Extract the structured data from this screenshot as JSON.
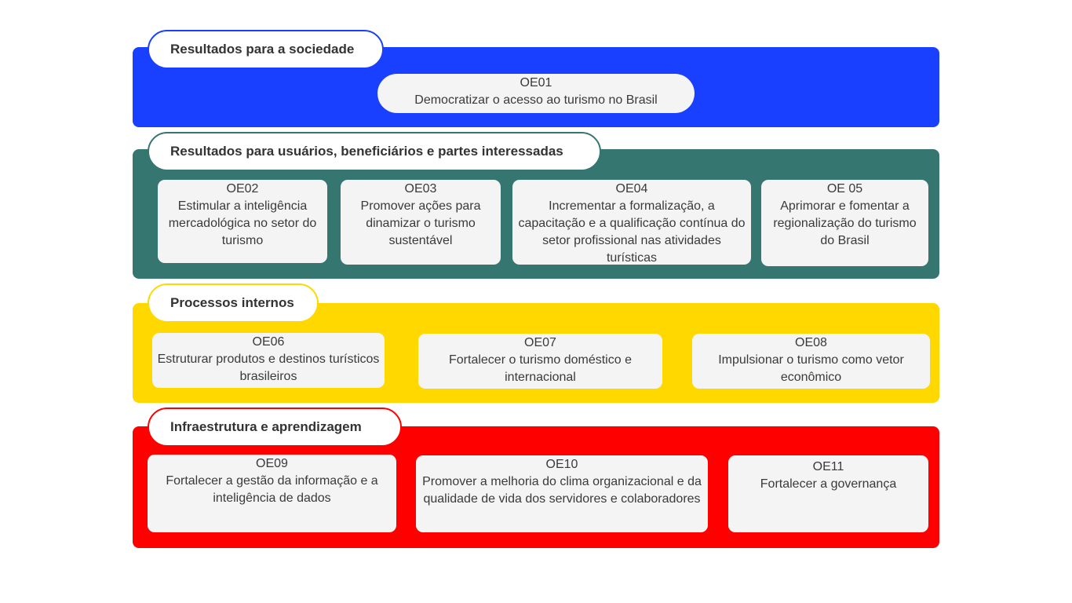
{
  "colors": {
    "sociedade": "#1a40ff",
    "usuarios": "#357670",
    "processos": "#ffd800",
    "infraestrutura": "#ff0000",
    "card_bg": "#f4f4f4",
    "pill_bg": "#ffffff"
  },
  "sections": [
    {
      "title": "Resultados para a sociedade",
      "objectives": [
        {
          "code": "OE01",
          "text": "Democratizar o acesso ao turismo no Brasil"
        }
      ]
    },
    {
      "title": "Resultados para usuários, beneficiários e partes interessadas",
      "objectives": [
        {
          "code": "OE02",
          "text": "Estimular a inteligência mercadológica no setor do turismo"
        },
        {
          "code": "OE03",
          "text": "Promover ações para dinamizar o turismo sustentável"
        },
        {
          "code": "OE04",
          "text": "Incrementar a formalização, a capacitação e a qualificação contínua do setor profissional nas atividades turísticas"
        },
        {
          "code": "OE 05",
          "text": "Aprimorar e fomentar a regionalização do turismo do Brasil"
        }
      ]
    },
    {
      "title": "Processos internos",
      "objectives": [
        {
          "code": "OE06",
          "text": "Estruturar produtos e destinos turísticos brasileiros"
        },
        {
          "code": "OE07",
          "text": "Fortalecer o turismo doméstico e internacional"
        },
        {
          "code": "OE08",
          "text": "Impulsionar o turismo como vetor econômico"
        }
      ]
    },
    {
      "title": "Infraestrutura e aprendizagem",
      "objectives": [
        {
          "code": "OE09",
          "text": "Fortalecer a gestão da informação e a inteligência de dados"
        },
        {
          "code": "OE10",
          "text": "Promover a melhoria do clima organizacional e da qualidade de vida dos servidores e colaboradores"
        },
        {
          "code": "OE11",
          "text": "Fortalecer a governança"
        }
      ]
    }
  ]
}
